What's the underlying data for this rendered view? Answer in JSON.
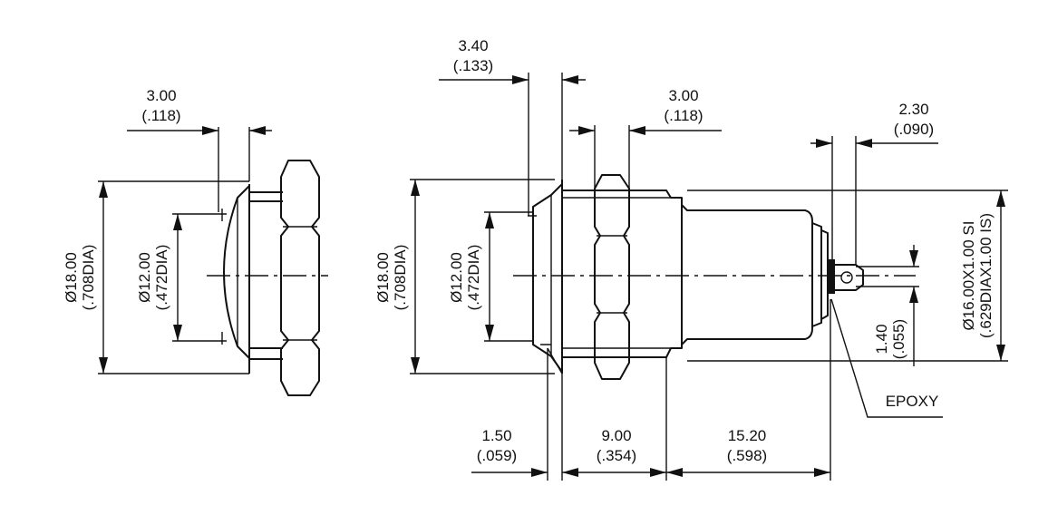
{
  "dimensions": {
    "front_flange_thickness": {
      "mm": "3.00",
      "inch": "(.118)"
    },
    "front_outer_dia": {
      "mm": "Ø18.00",
      "inch": "(.708DIA)"
    },
    "front_inner_dia": {
      "mm": "Ø12.00",
      "inch": "(.472DIA)"
    },
    "side_lens_offset": {
      "mm": "3.40",
      "inch": "(.133)"
    },
    "side_nut_width": {
      "mm": "3.00",
      "inch": "(.118)"
    },
    "side_outer_dia": {
      "mm": "Ø18.00",
      "inch": "(.708DIA)"
    },
    "side_inner_dia": {
      "mm": "Ø12.00",
      "inch": "(.472DIA)"
    },
    "side_pin_length": {
      "mm": "2.30",
      "inch": "(.090)"
    },
    "side_thread": {
      "mm": "Ø16.00X1.00 SI",
      "inch": "(.629DIAX1.00 IS)"
    },
    "side_pin_dia": {
      "mm": "1.40",
      "inch": "(.055)"
    },
    "side_bezel": {
      "mm": "1.50",
      "inch": "(.059)"
    },
    "side_thread_length": {
      "mm": "9.00",
      "inch": "(.354)"
    },
    "side_body_length": {
      "mm": "15.20",
      "inch": "(.598)"
    }
  },
  "callouts": {
    "epoxy": "EPOXY"
  }
}
